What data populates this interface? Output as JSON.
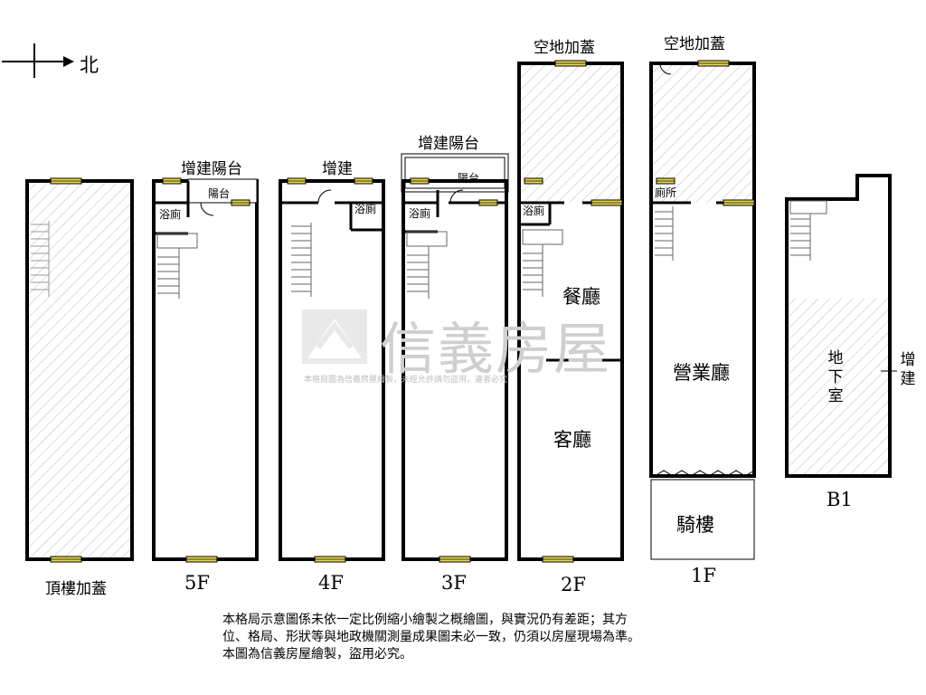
{
  "compass": {
    "north_label": "北"
  },
  "watermark": {
    "brand": "信義房屋",
    "sub": "本格局圖為信義房屋繪製，未經允許請勿盜用，違者必究"
  },
  "floors": {
    "roof": {
      "label": "頂樓加蓋"
    },
    "f5": {
      "label": "5F",
      "balcony": "增建陽台",
      "balcony_inner": "陽台",
      "bath": "浴廁"
    },
    "f4": {
      "label": "4F",
      "addition": "增建",
      "bath": "浴廁"
    },
    "f3": {
      "label": "3F",
      "balcony": "增建陽台",
      "balcony_inner": "陽台",
      "bath": "浴廁"
    },
    "f2": {
      "label": "2F",
      "top": "空地加蓋",
      "bath": "浴廁",
      "dining": "餐廳",
      "living": "客廳"
    },
    "f1": {
      "label": "1F",
      "top": "空地加蓋",
      "toilet": "廁所",
      "business_hall": "營業廳",
      "arcade": "騎樓"
    },
    "b1": {
      "label": "B1",
      "basement": "地下室",
      "addition": "增建"
    }
  },
  "disclaimer": {
    "line1": "本格局示意圖係未依一定比例縮小繪製之概繪圖，與實況仍有差距；其方",
    "line2": "位、格局、形狀等與地政機關測量成果圖未必一致，仍須以房屋現場為準。",
    "line3": "本圖為信義房屋繪製，盜用必究。"
  },
  "colors": {
    "wall": "#000000",
    "window": "#e6d84a",
    "hatch": "#bdbdbd",
    "watermark": "#cfcfcf"
  }
}
